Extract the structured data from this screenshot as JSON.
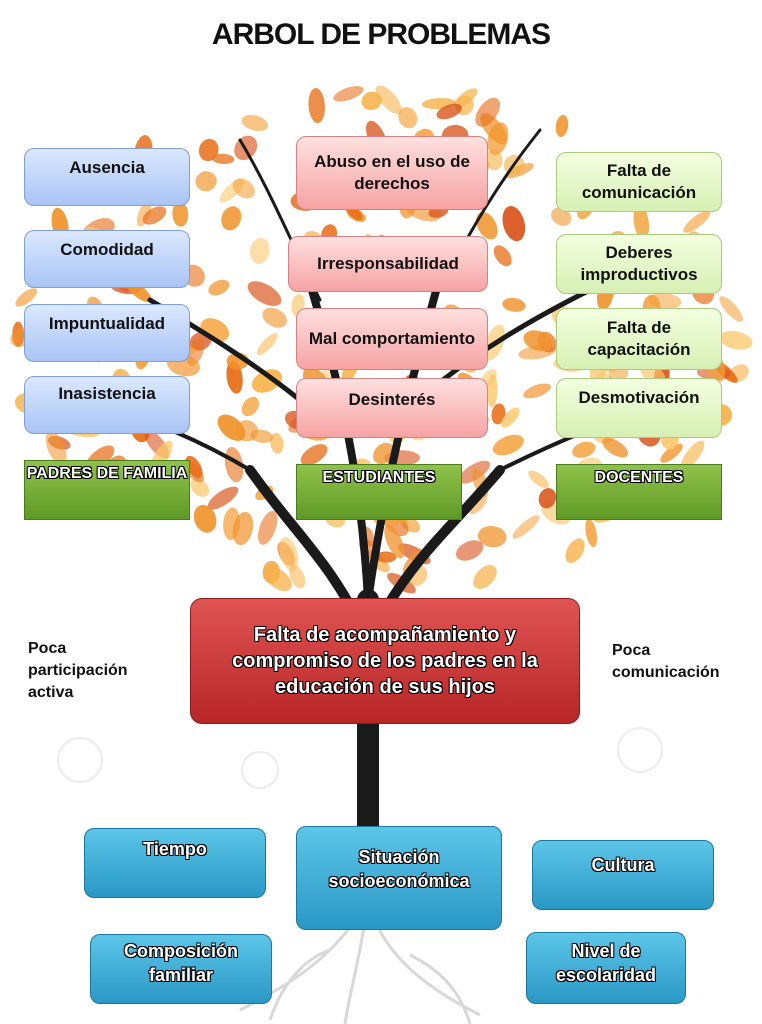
{
  "title": "ARBOL DE PROBLEMAS",
  "effects": {
    "padres": [
      "Ausencia",
      "Comodidad",
      "Impuntualidad",
      "Inasistencia"
    ],
    "estudiantes": [
      "Abuso en el uso de derechos",
      "Irresponsabilidad",
      "Mal comportamiento",
      "Desinterés"
    ],
    "docentes": [
      "Falta de comunicación",
      "Deberes improductivos",
      "Falta de capacitación",
      "Desmotivación"
    ]
  },
  "groups": {
    "padres": "PADRES DE FAMILIA",
    "estudiantes": "ESTUDIANTES",
    "docentes": "DOCENTES"
  },
  "central_problem": "Falta de acompañamiento y compromiso de los padres en la educación de sus hijos",
  "side_notes": {
    "left": "Poca participación activa",
    "right": "Poca comunicación"
  },
  "causes": {
    "tiempo": "Tiempo",
    "situacion": "Situación socioeconómica",
    "cultura": "Cultura",
    "composicion": "Composición familiar",
    "nivel": "Nivel de escolaridad"
  },
  "colors": {
    "leaves": "#f0932b",
    "trunk": "#1a1a1a",
    "central": "#c53030",
    "causes": "#2fa3d0",
    "groups": "#7ab13a"
  }
}
